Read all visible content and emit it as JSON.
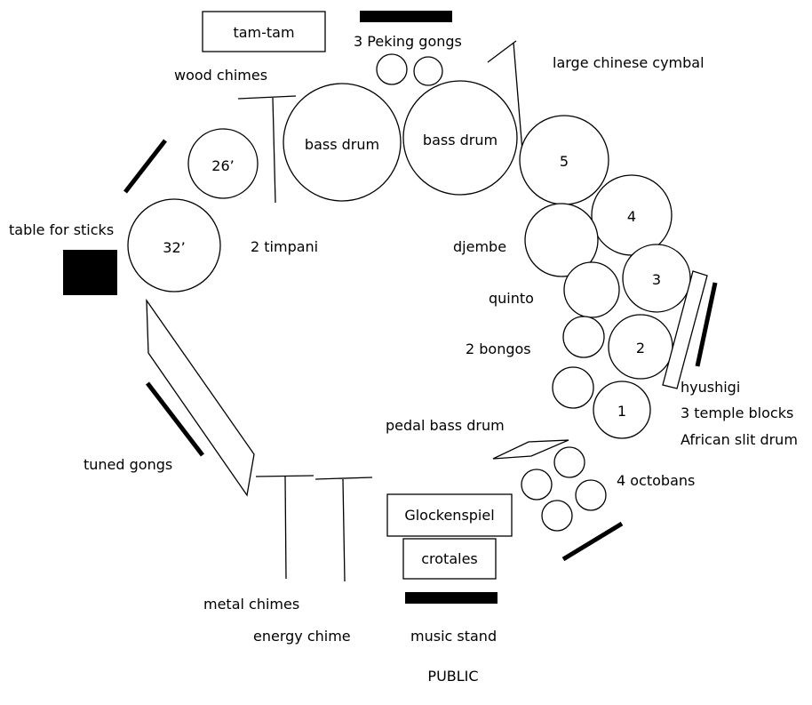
{
  "labels": {
    "tam_tam": "tam-tam",
    "peking_gongs": "3 Peking gongs",
    "large_chinese_cymbal": "large chinese cymbal",
    "wood_chimes": "wood chimes",
    "bass_drum_left": "bass drum",
    "bass_drum_right": "bass drum",
    "timpani_26": "26’",
    "timpani_32": "32’",
    "timpani_label": "2 timpani",
    "table_for_sticks": "table for sticks",
    "drum_5": "5",
    "drum_4": "4",
    "drum_3": "3",
    "drum_2": "2",
    "drum_1": "1",
    "djembe": "djembe",
    "quinto": "quinto",
    "bongos": "2 bongos",
    "hyushigi": "hyushigi",
    "temple_blocks": "3 temple blocks",
    "slit_drum": "African slit drum",
    "pedal_bass_drum": "pedal bass drum",
    "octobans": "4 octobans",
    "tuned_gongs": "tuned gongs",
    "glockenspiel": "Glockenspiel",
    "crotales": "crotales",
    "metal_chimes": "metal chimes",
    "energy_chime": "energy chime",
    "music_stand": "music stand",
    "public": "PUBLIC"
  }
}
